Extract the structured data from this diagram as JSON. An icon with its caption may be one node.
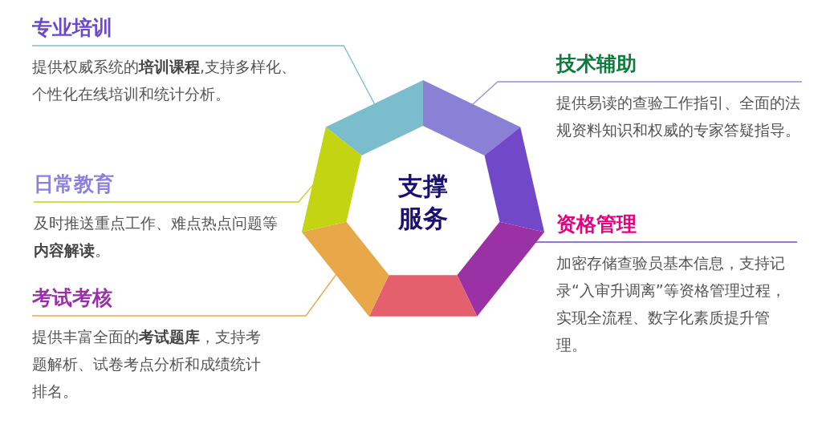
{
  "diagram": {
    "nodes": [
      {
        "text": [
          "专业培训",
          "提供权威系统的**培训课程**,支持多样化、个性化在线培训和统计分析。"
        ]
      },
      {
        "text": [
          "技术辅助",
          "提供易读的查验工作指引、全面的法规资料知识和权威的专家答疑指导。"
        ]
      },
      {
        "text": [
          "日常教育",
          "及时推送重点工作、难点热点问题等**内容解读**。"
        ]
      },
      {
        "text": [
          "资格管理",
          "加密存储查验员基本信息，支持记录“入审升调离”等资格管理过程，实现全流程、数字化素质提升管理。"
        ]
      },
      {
        "text": [
          "考试考核",
          "提供丰富全面的**考试题库**，支持考题解析、试卷考点分析和成绩统计排名。"
        ]
      },
      {
        "text": [
          "支撑服务"
        ]
      },
      {
        "text": [],
        "shape": "trapezoid"
      },
      {
        "text": [],
        "shape": "trapezoid"
      },
      {
        "text": [],
        "shape": "trapezoid"
      },
      {
        "text": [],
        "shape": "trapezoid"
      },
      {
        "text": [],
        "shape": "trapezoid"
      },
      {
        "text": [],
        "shape": "trapezoid"
      },
      {
        "text": [],
        "shape": "trapezoid"
      }
    ],
    "edges": [
      {
        "from": 0,
        "to": 6,
        "arrow": "none",
        "color": "#7fc0d0"
      },
      {
        "from": 1,
        "to": 7,
        "arrow": "none",
        "color": "#9b8de0"
      },
      {
        "from": 2,
        "to": 12,
        "arrow": "none",
        "color": "#c4d41a"
      },
      {
        "from": 3,
        "to": 9,
        "arrow": "none",
        "color": "#7048c8"
      },
      {
        "from": 4,
        "to": 11,
        "arrow": "none",
        "color": "#e8a84a"
      }
    ]
  }
}
